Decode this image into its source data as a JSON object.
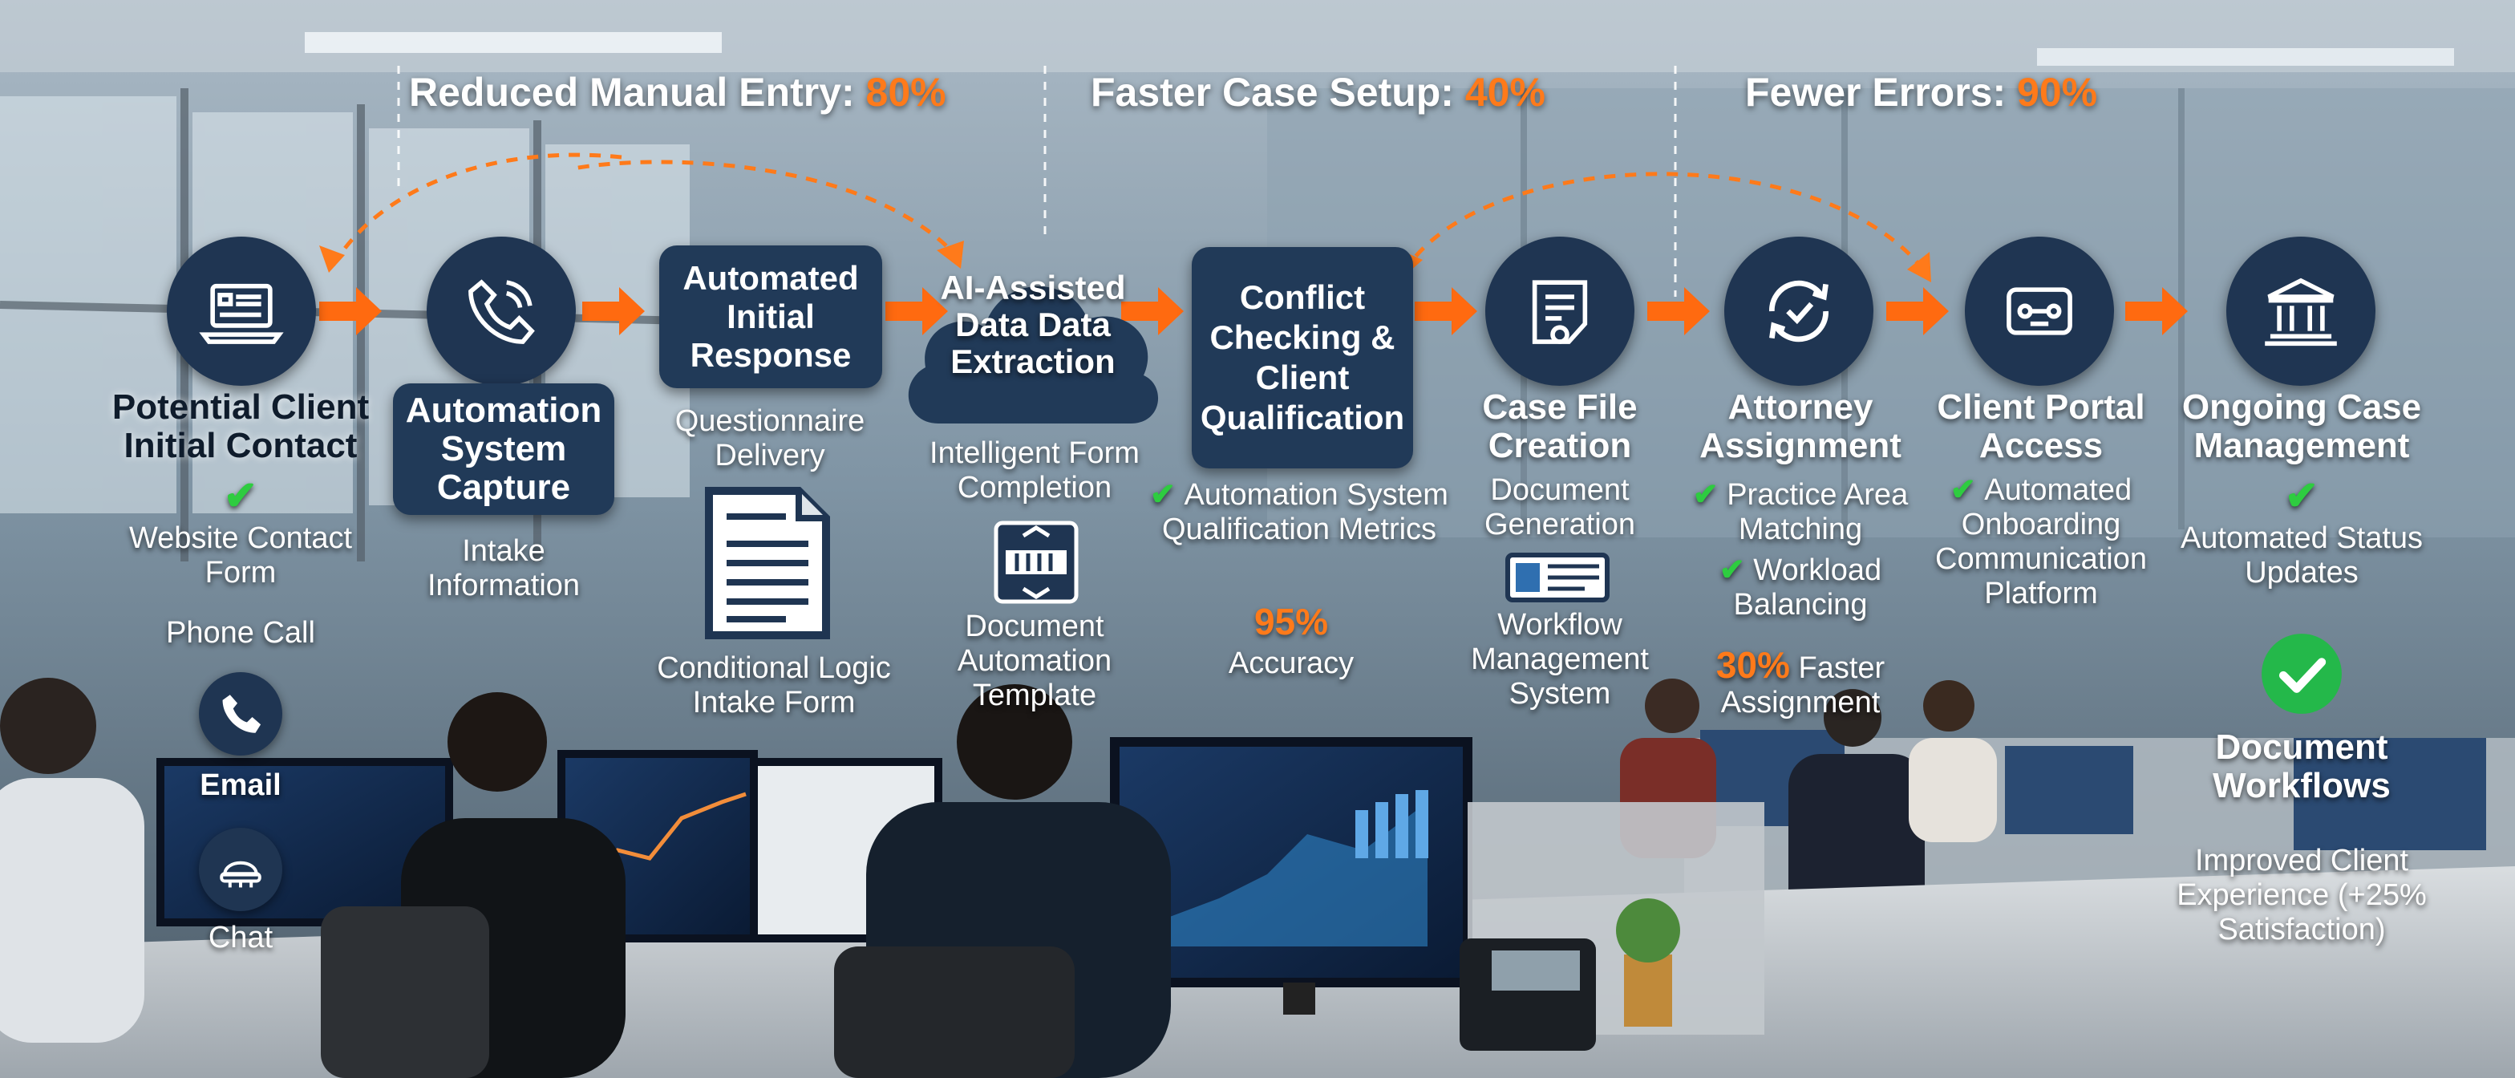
{
  "metrics": [
    {
      "label": "Reduced Manual Entry:",
      "value": "80%"
    },
    {
      "label": "Faster Case Setup:",
      "value": "40%"
    },
    {
      "label": "Fewer Errors:",
      "value": "90%"
    }
  ],
  "steps": {
    "s1": {
      "title": "Potential Client Initial Contact",
      "sub1": "Website Contact Form",
      "sub2": "Phone Call",
      "sub3": "Email",
      "sub4": "Chat"
    },
    "s2": {
      "title": "Automation System Capture",
      "sub1": "Intake Information"
    },
    "s3": {
      "title": "Automated Initial Response",
      "sub1": "Questionnaire Delivery",
      "sub2": "Conditional Logic Intake Form"
    },
    "s4": {
      "title": "AI-Assisted Data Data Extraction",
      "sub1": "Intelligent Form Completion",
      "sub2": "Document Automation Template"
    },
    "s5": {
      "title": "Conflict Checking & Client Qualification",
      "sub1": "Automation System Qualification Metrics",
      "big": "95%",
      "sub2": "Accuracy"
    },
    "s6": {
      "title": "Case File Creation",
      "sub1": "Document Generation",
      "sub2": "Workflow Management System"
    },
    "s7": {
      "title": "Attorney Assignment",
      "sub1": "Practice Area Matching",
      "sub2": "Workload Balancing",
      "big": "30%",
      "big_rest": "Faster Assignment"
    },
    "s8": {
      "title": "Client Portal Access",
      "sub1": "Automated Onboarding Communication Platform"
    },
    "s9": {
      "title": "Ongoing Case Management",
      "sub1": "Automated Status Updates",
      "sub2": "Document Workflows",
      "sub3": "Improved Client Experience (+25% Satisfaction)"
    }
  },
  "icons": {
    "s1": "laptop-form-icon",
    "s2": "phone-icon",
    "s4": "cloud-icon",
    "s6": "case-file-icon",
    "s7": "refresh-check-icon",
    "s8": "portal-icon",
    "s9": "courthouse-icon",
    "email": "phone-icon",
    "chat": "chat-bot-icon",
    "doc": "document-icon",
    "template": "template-icon",
    "workflow": "workflow-icon",
    "done": "check-circle-icon"
  },
  "colors": {
    "accent": "#ff7a1a",
    "node": "#1f3552",
    "check": "#2ecc40"
  }
}
